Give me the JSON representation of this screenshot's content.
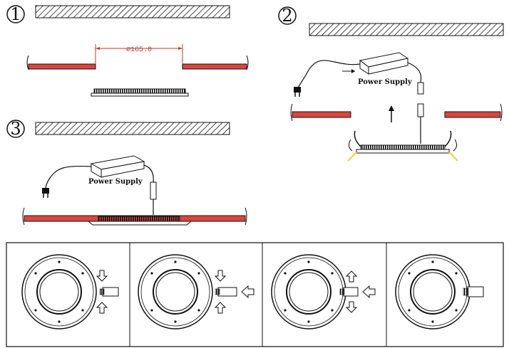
{
  "steps": [
    {
      "number": "1",
      "annotation": "∅165.0"
    },
    {
      "number": "2",
      "label": "Power Supply"
    },
    {
      "number": "3",
      "label": "Power Supply"
    }
  ],
  "colors": {
    "ceiling_board": "#d9463d",
    "line": "#111111",
    "highlight": "#f2d45c"
  }
}
